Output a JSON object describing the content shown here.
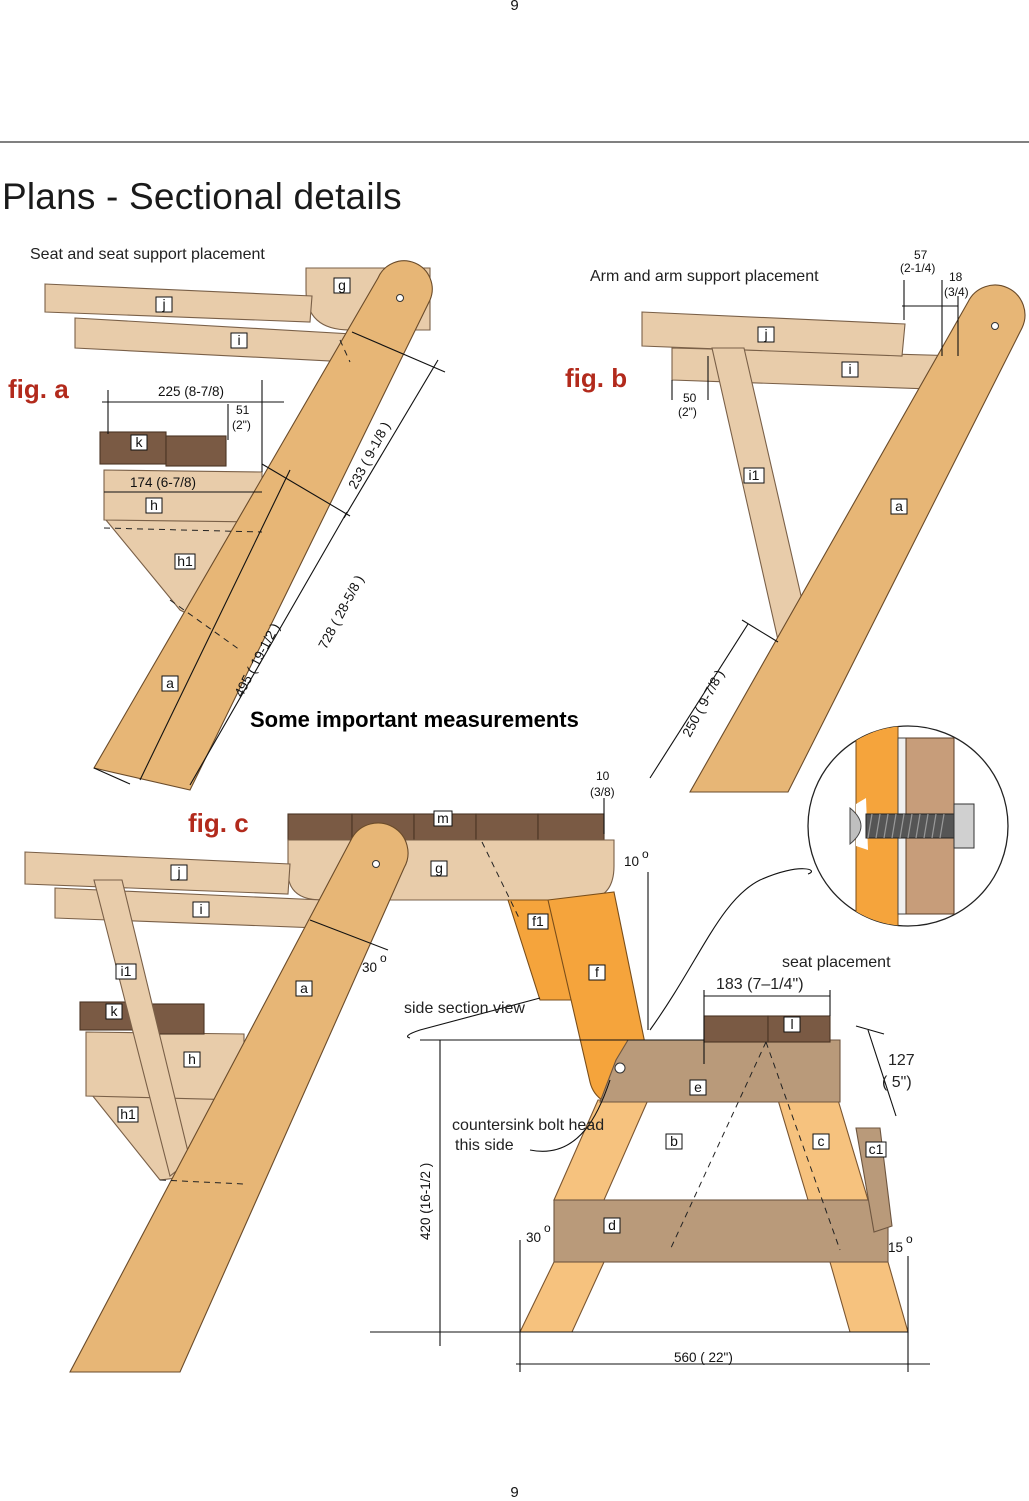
{
  "page": {
    "number_top": "9",
    "number_bottom": "9",
    "title": "Plans - Sectional details"
  },
  "fig_a": {
    "label": "fig. a",
    "caption": "Seat and seat support placement",
    "dim_225": "225 (8-7/8)",
    "dim_51": "51",
    "dim_51_in": "(2\")",
    "dim_174": "174 (6-7/8)",
    "dim_233": "233 ( 9-1/8 )",
    "dim_728": "728 ( 28-5/8 )",
    "dim_495": "495 ( 19-1/2 )",
    "parts": {
      "j": "j",
      "i": "i",
      "g": "g",
      "k": "k",
      "h": "h",
      "h1": "h1",
      "a": "a"
    }
  },
  "fig_b": {
    "label": "fig. b",
    "caption": "Arm and arm support  placement",
    "dim_57": "57",
    "dim_57_in": "(2-1/4)",
    "dim_18": "18",
    "dim_18_in": "(3/4)",
    "dim_50": "50",
    "dim_50_in": "(2\")",
    "dim_250": "250 ( 9-7/8 )",
    "parts": {
      "j": "j",
      "i": "i",
      "i1": "i1",
      "a": "a"
    }
  },
  "note": "Some important measurements",
  "fig_c": {
    "label": "fig. c",
    "dim_10": "10",
    "dim_10_in": "(3/8)",
    "angle_10": "10",
    "angle_30_top": "30",
    "angle_30_bottom": "30",
    "angle_15": "15",
    "seat_placement": "seat placement",
    "dim_183": "183 (7–1/4\")",
    "side_section_view": "side section view",
    "dim_127": "127",
    "dim_127_in": "( 5\")",
    "countersink_1": "countersink bolt head",
    "countersink_2": "this side",
    "dim_420": "420 (16-1/2 )",
    "dim_560": "560 ( 22\")",
    "parts": {
      "m": "m",
      "j": "j",
      "g": "g",
      "i": "i",
      "f1": "f1",
      "f": "f",
      "i1": "i1",
      "a": "a",
      "k": "k",
      "h": "h",
      "h1": "h1",
      "l": "l",
      "e": "e",
      "b": "b",
      "c": "c",
      "c1": "c1",
      "d": "d"
    }
  },
  "colors": {
    "wood": "#e7b676",
    "board": "#e8ccaa",
    "dark_board": "#7a5a44",
    "mid_board": "#b99a7a",
    "orange": "#f5a43c",
    "fig_label": "#b22a1c"
  }
}
